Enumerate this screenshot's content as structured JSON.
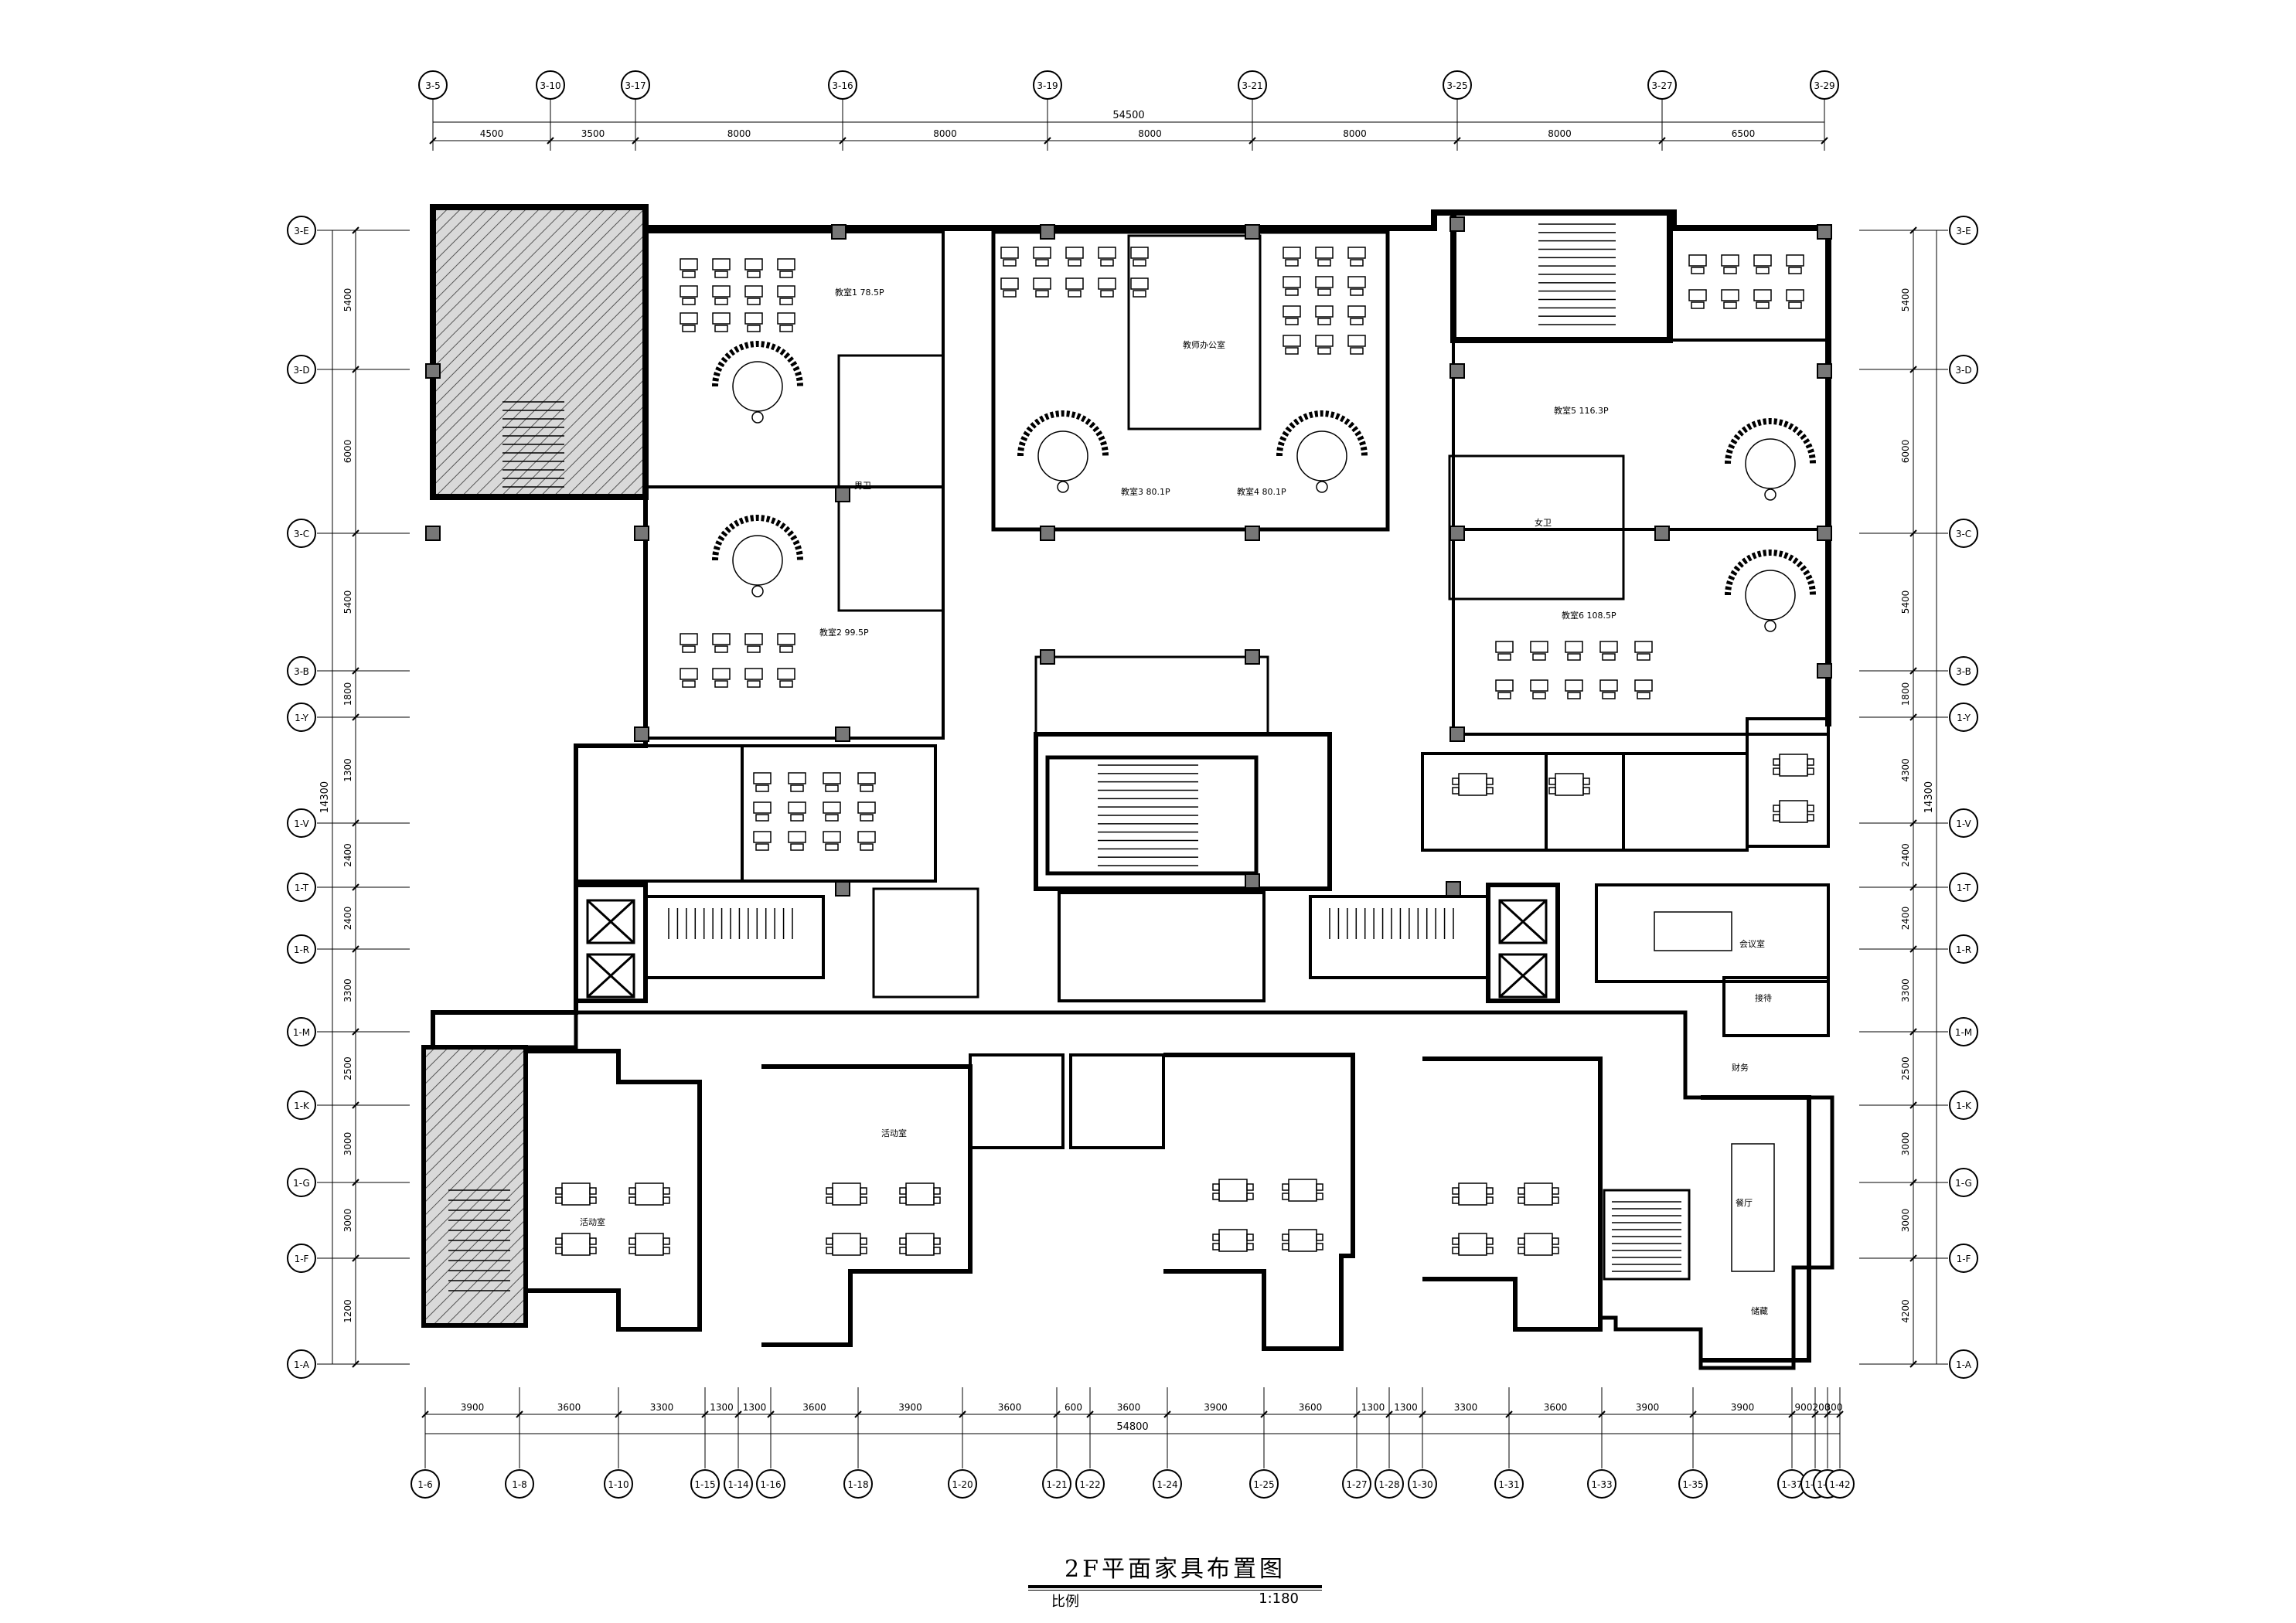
{
  "title": "2F平面家具布置图",
  "scale": {
    "label": "比例",
    "value": "1:180"
  },
  "grid_top": [
    "3-5",
    "3-10",
    "3-17",
    "3-16",
    "3-19",
    "3-21",
    "3-25",
    "3-27",
    "3-29"
  ],
  "grid_bottom": [
    "1-6",
    "1-8",
    "1-10",
    "1-15",
    "1-14",
    "1-16",
    "1-18",
    "1-20",
    "1-21",
    "1-22",
    "1-24",
    "1-25",
    "1-27",
    "1-28",
    "1-30",
    "1-31",
    "1-33",
    "1-35",
    "1-37",
    "1-40",
    "1-41",
    "1-42"
  ],
  "grid_left": [
    "3-E",
    "3-D",
    "3-C",
    "3-B",
    "1-Y",
    "1-V",
    "1-T",
    "1-R",
    "1-M",
    "1-K",
    "1-G",
    "1-F",
    "1-A"
  ],
  "grid_right": [
    "3-E",
    "3-D",
    "3-C",
    "3-B",
    "1-Y",
    "1-V",
    "1-T",
    "1-R",
    "1-M",
    "1-K",
    "1-G",
    "1-F",
    "1-A"
  ],
  "dims_top": {
    "total": "54500",
    "segments": [
      "4500",
      "3500",
      "8000",
      "8000",
      "8000",
      "8000",
      "8000",
      "6500"
    ]
  },
  "dims_bottom": {
    "total": "54800",
    "segments": [
      "3900",
      "3600",
      "3300",
      "1300",
      "1300",
      "3600",
      "3900",
      "3600",
      "600",
      "3600",
      "3900",
      "3600",
      "1300",
      "1300",
      "3300",
      "3600",
      "3900",
      "3900",
      "900",
      "200",
      "300"
    ]
  },
  "dims_left": {
    "total": "14300",
    "segments": [
      "5400",
      "6000",
      "5400",
      "1800",
      "1300",
      "2400",
      "2400",
      "3300",
      "2500",
      "3000",
      "3000",
      "1200"
    ]
  },
  "dims_right": {
    "total": "14300",
    "segments": [
      "5400",
      "6000",
      "5400",
      "1800",
      "4300",
      "2400",
      "2400",
      "3300",
      "2500",
      "3000",
      "3000",
      "4200"
    ]
  },
  "room_labels": [
    {
      "id": "classroom-1",
      "text": "教室1 78.5P"
    },
    {
      "id": "classroom-2",
      "text": "教室2 99.5P"
    },
    {
      "id": "classroom-3",
      "text": "教室3 80.1P"
    },
    {
      "id": "classroom-4",
      "text": "教室4 80.1P"
    },
    {
      "id": "classroom-5",
      "text": "教室5 116.3P"
    },
    {
      "id": "classroom-6",
      "text": "教室6 108.5P"
    },
    {
      "id": "teacher-office",
      "text": "教师办公室"
    },
    {
      "id": "toilet-m",
      "text": "男卫"
    },
    {
      "id": "toilet-f",
      "text": "女卫"
    },
    {
      "id": "meeting",
      "text": "会议室"
    },
    {
      "id": "reception",
      "text": "接待"
    },
    {
      "id": "finance",
      "text": "财务"
    },
    {
      "id": "storage",
      "text": "储藏"
    },
    {
      "id": "activity-1",
      "text": "活动室"
    },
    {
      "id": "activity-2",
      "text": "活动室"
    },
    {
      "id": "dining",
      "text": "餐厅"
    }
  ]
}
